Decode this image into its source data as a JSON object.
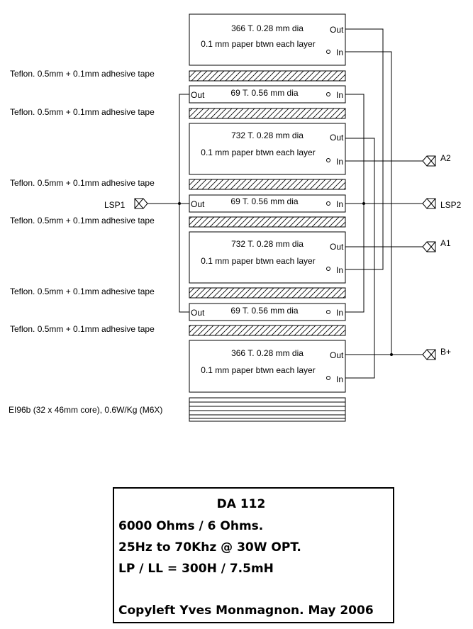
{
  "windings": {
    "w1": {
      "turns": "366 T. 0.28 mm dia",
      "insulation": "0.1 mm paper btwn each layer"
    },
    "w2": {
      "turns": "69 T. 0.56 mm dia"
    },
    "w3": {
      "turns": "732 T. 0.28 mm dia",
      "insulation": "0.1 mm paper btwn each layer"
    },
    "w4": {
      "turns": "69 T. 0.56 mm dia"
    },
    "w5": {
      "turns": "732 T. 0.28 mm dia",
      "insulation": "0.1 mm paper btwn each layer"
    },
    "w6": {
      "turns": "69 T. 0.56 mm dia"
    },
    "w7": {
      "turns": "366 T. 0.28 mm dia",
      "insulation": "0.1 mm paper btwn each layer"
    }
  },
  "pins": {
    "out": "Out",
    "in": "In"
  },
  "tape_label": "Teflon. 0.5mm + 0.1mm adhesive tape",
  "core_label": "EI96b (32 x  46mm core), 0.6W/Kg (M6X)",
  "terminals": {
    "a2": "A2",
    "lsp1": "LSP1",
    "lsp2": "LSP2",
    "a1": "A1",
    "bplus": "B+"
  },
  "info": {
    "title": "DA 112",
    "line1": "6000 Ohms / 6 Ohms.",
    "line2": "25Hz to 70Khz @ 30W OPT.",
    "line3": "LP / LL = 300H / 7.5mH",
    "credit": "Copyleft Yves Monmagnon. May 2006"
  }
}
